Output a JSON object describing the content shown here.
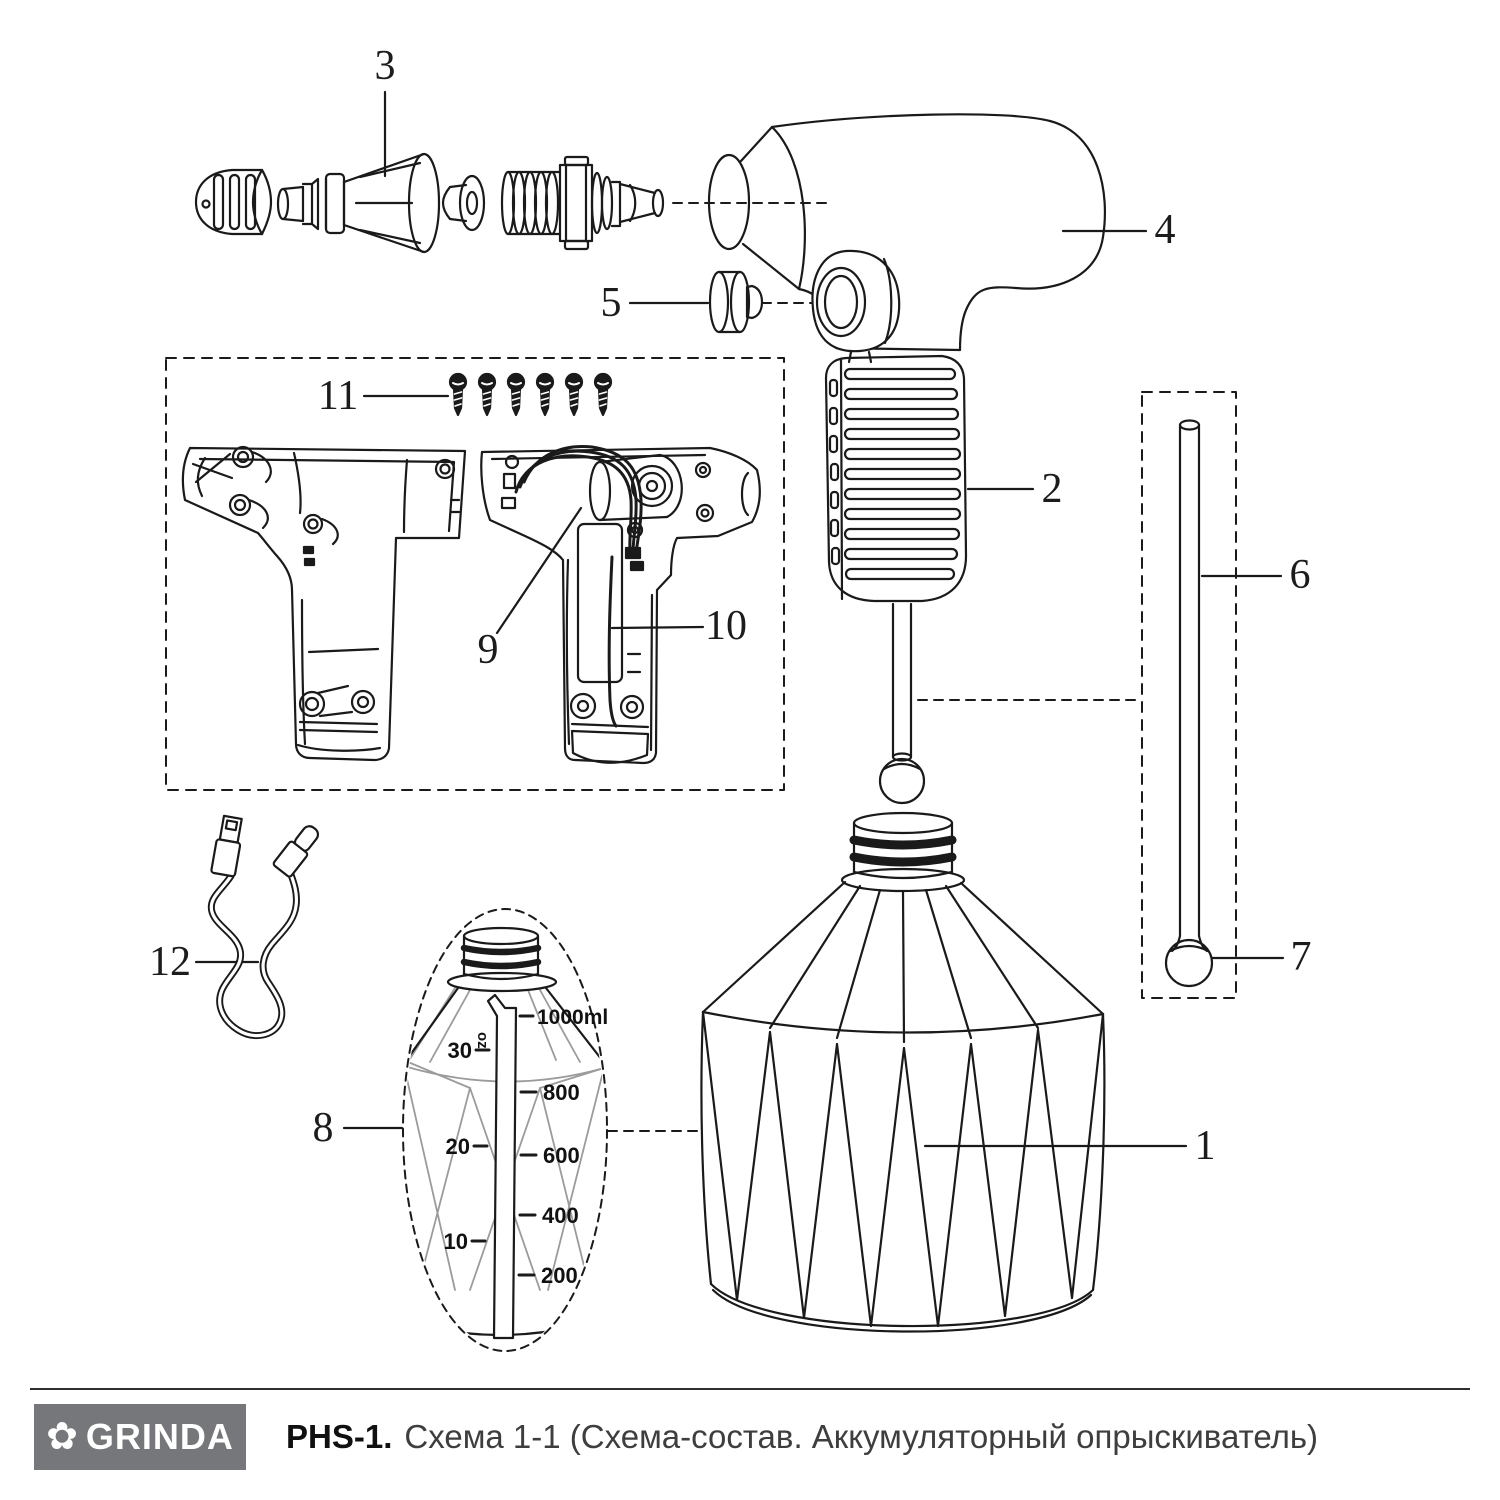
{
  "callouts": [
    {
      "label": "1",
      "part": "folding-bottle"
    },
    {
      "label": "2",
      "part": "grip-sleeve"
    },
    {
      "label": "3",
      "part": "nozzle-assembly"
    },
    {
      "label": "4",
      "part": "sprayer-body"
    },
    {
      "label": "5",
      "part": "power-button"
    },
    {
      "label": "6",
      "part": "suction-tube"
    },
    {
      "label": "7",
      "part": "tube-weight-ball"
    },
    {
      "label": "8",
      "part": "bottle-measuring-scale"
    },
    {
      "label": "9",
      "part": "motor-pump"
    },
    {
      "label": "10",
      "part": "battery"
    },
    {
      "label": "11",
      "part": "screws"
    },
    {
      "label": "12",
      "part": "usb-cable"
    }
  ],
  "magnifier_scale": {
    "oz_unit": "oz",
    "oz_ticks": [
      "30",
      "20",
      "10"
    ],
    "ml_ticks": [
      "1000ml",
      "800",
      "600",
      "400",
      "200"
    ]
  },
  "footer": {
    "brand": "GRINDA",
    "brand_icon": "flower-icon",
    "brand_icon_glyph": "✿",
    "model": "PHS-1.",
    "scheme_title": "Схема 1-1 (Схема-состав. Аккумуляторный опрыскиватель)"
  },
  "colors": {
    "line": "#1a1a1a",
    "gray_line": "#9b9b9b",
    "brand_bg": "#76777b"
  }
}
